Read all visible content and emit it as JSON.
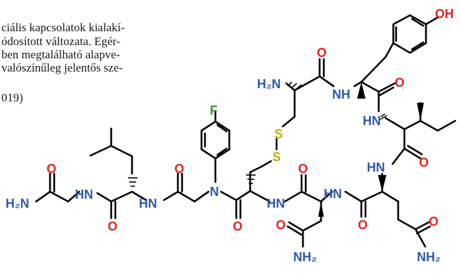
{
  "text": {
    "lines": [
      "ciális kapcsolatok kialakí-",
      "ódosított változata. Egér-",
      "ben megtalálható alapve-",
      "valószínűleg jelentős sze-",
      "019)"
    ]
  },
  "atoms": {
    "oh": "OH",
    "f": "F",
    "h2n_top": "H₂N",
    "nh_top": "NH",
    "hn_right1": "HN",
    "hn_right2": "HN",
    "s1": "S",
    "s2": "S",
    "n_aryl": "N",
    "hn_leu": "HN",
    "hn_gly": "HN",
    "h2n_left": "H₂N",
    "hn_mid1": "HN",
    "hn_mid2": "HN",
    "nh2_asn": "NH₂",
    "nh2_gln": "NH₂",
    "o": "O"
  },
  "colors": {
    "oxygen": "#e8231c",
    "nitrogen": "#2f58a8",
    "sulfur": "#b8b21a",
    "fluorine": "#2f9a2f",
    "bond": "#000000"
  }
}
